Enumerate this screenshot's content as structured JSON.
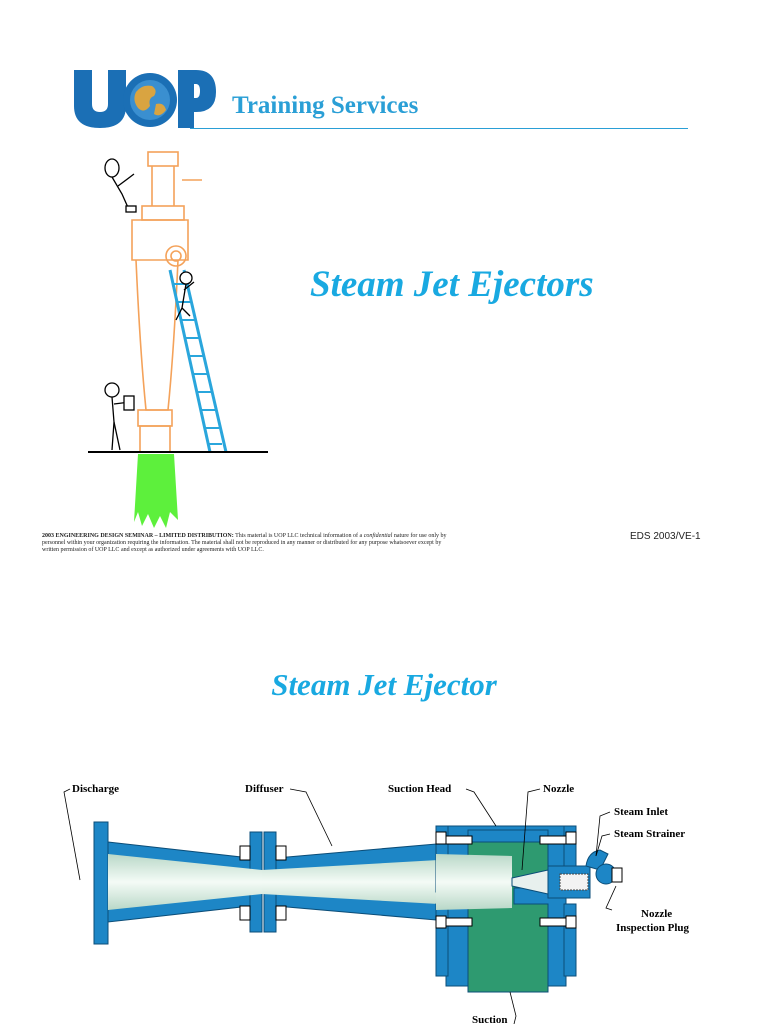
{
  "slide1": {
    "logo_text": "UOP",
    "subtitle": "Training Services",
    "title": "Steam Jet Ejectors",
    "legal": {
      "bold_prefix": "2003 ENGINEERING DESIGN SEMINAR – LIMITED DISTRIBUTION:",
      "text_before_italic": " This material is UOP LLC technical information of a ",
      "italic": "confidential",
      "text_after_italic": " nature for use only by personnel within your organization requiring the information. The material shall not be reproduced in any manner or distributed for any purpose whatsoever except by written permission of UOP LLC and except as authorized under agreements with UOP LLC."
    },
    "slide_id": "EDS 2003/VE-1"
  },
  "slide2": {
    "title": "Steam Jet Ejector",
    "labels": {
      "discharge": "Discharge",
      "diffuser": "Diffuser",
      "suction_head": "Suction Head",
      "nozzle": "Nozzle",
      "steam_inlet": "Steam Inlet",
      "steam_strainer": "Steam Strainer",
      "nozzle_plug_1": "Nozzle",
      "nozzle_plug_2": "Inspection Plug",
      "suction": "Suction"
    }
  },
  "colors": {
    "accent": "#19a9e1",
    "logo_blue": "#1b6fb5",
    "orange": "#f4a25a",
    "ladder": "#2aa6dc",
    "green_flow": "#5df03c",
    "body_blue": "#1d86c6",
    "suction_green": "#2e9a70"
  },
  "icons": {
    "logo": "uop-globe-logo"
  }
}
